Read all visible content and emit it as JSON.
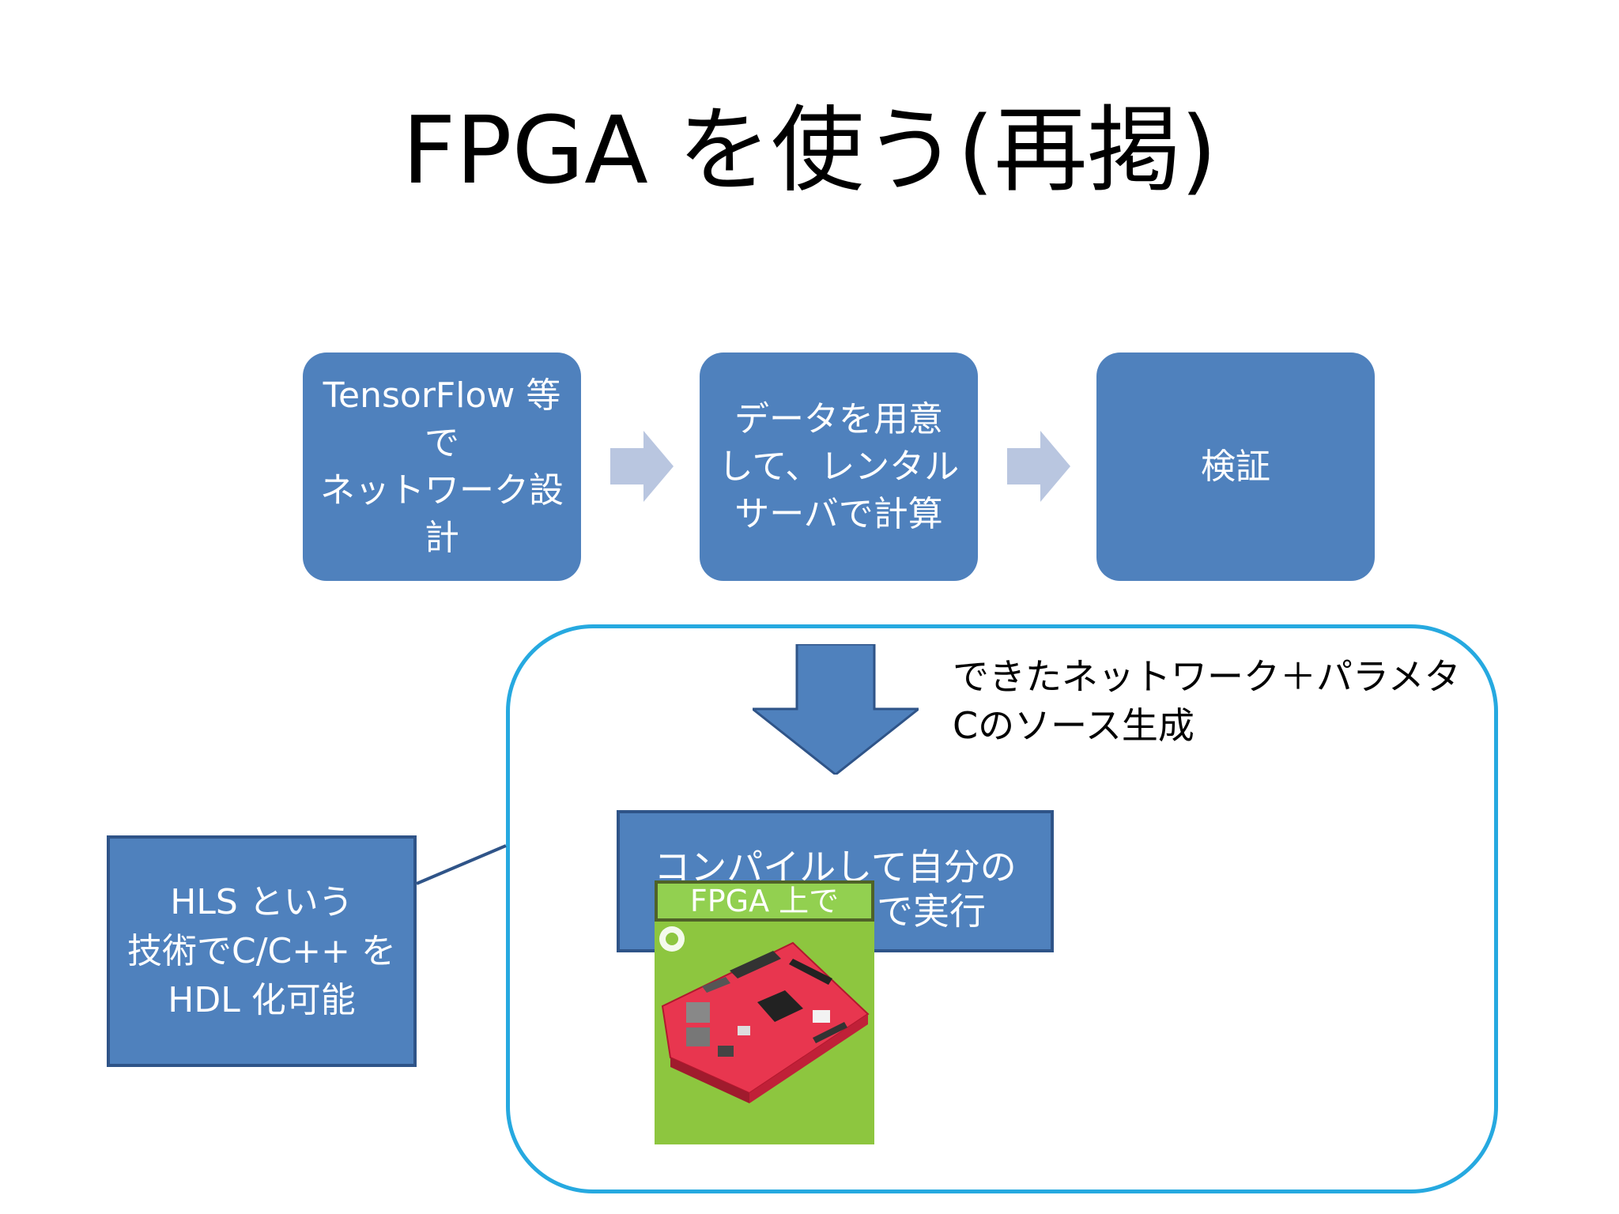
{
  "slide": {
    "title": "FPGA を使う(再掲)"
  },
  "flow": {
    "step1": [
      "TensorFlow 等",
      "で",
      "ネットワーク設",
      "計"
    ],
    "step2": [
      "データを用意",
      "して、レンタル",
      "サーバで計算"
    ],
    "step3": "検証"
  },
  "note": {
    "line1": "できたネットワーク＋パラメタ",
    "line2": "Cのソース生成"
  },
  "compile_box": {
    "line1": "コンパイルして自分の",
    "line2": "で実行"
  },
  "fpga_label": "FPGA 上で",
  "hls_box": [
    "HLS という",
    "技術でC/C++ を",
    "HDL 化可能"
  ],
  "colors": {
    "box_fill": "#4f81bd",
    "arrow_fill": "#b9c6e0",
    "region_border": "#26a9e0",
    "board_bg": "#8dc63f",
    "board": "#e8364f"
  }
}
